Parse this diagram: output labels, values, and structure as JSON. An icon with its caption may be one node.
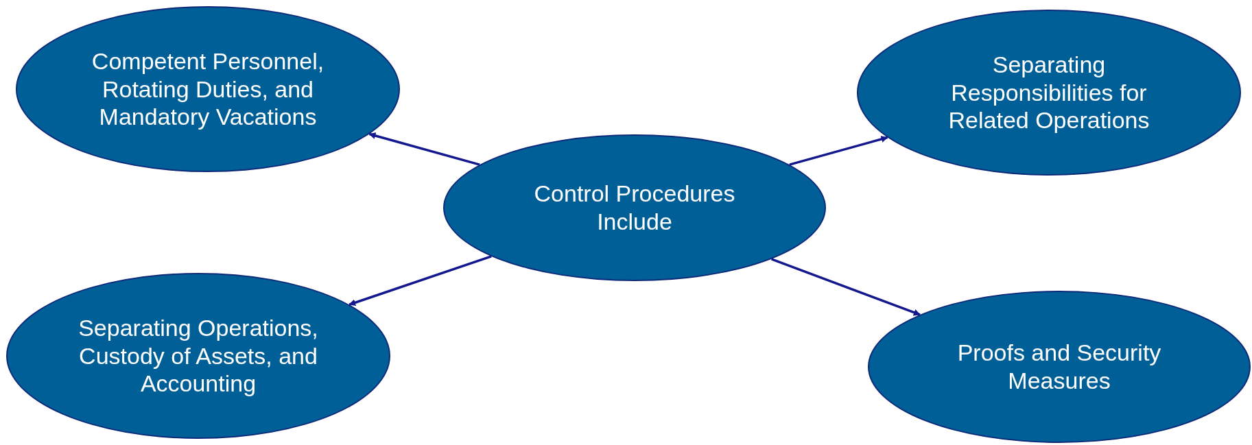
{
  "diagram": {
    "nodes": [
      {
        "text": [
          "Competent Personnel, Rotating Duties, and Mandatory Vacations"
        ]
      },
      {
        "text": [
          "Separating Responsibilities for Related Operations"
        ]
      },
      {
        "text": [
          "Control Procedures Include"
        ]
      },
      {
        "text": [
          "Separating Operations, Custody of Assets, and Accounting"
        ]
      },
      {
        "text": [
          "Proofs and Security Measures"
        ]
      }
    ],
    "edges": [
      {
        "from": 2,
        "to": 0,
        "arrow": "to"
      },
      {
        "from": 2,
        "to": 1,
        "arrow": "to"
      },
      {
        "from": 2,
        "to": 3,
        "arrow": "to"
      },
      {
        "from": 2,
        "to": 4,
        "arrow": "to"
      }
    ]
  }
}
